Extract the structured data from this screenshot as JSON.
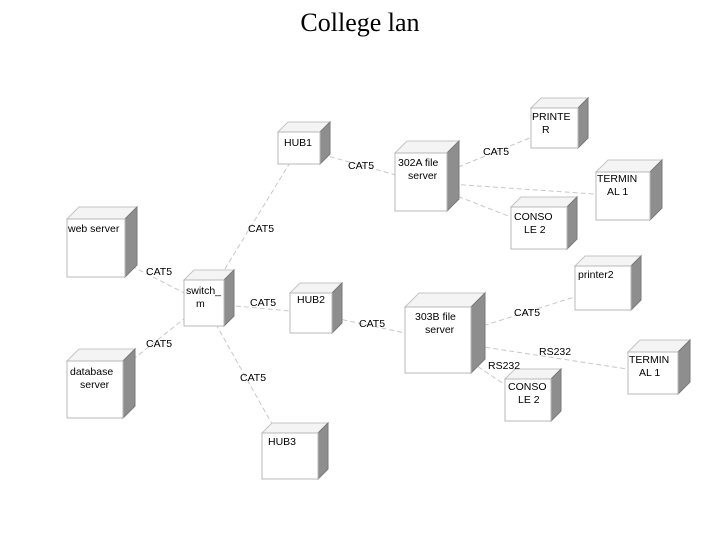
{
  "title": "College lan",
  "nodes": [
    {
      "id": "web-server",
      "label": [
        "web server"
      ]
    },
    {
      "id": "database-server",
      "label": [
        "database",
        "server"
      ]
    },
    {
      "id": "switch",
      "label": [
        "switch_",
        "m"
      ]
    },
    {
      "id": "hub1",
      "label": [
        "HUB1"
      ]
    },
    {
      "id": "hub2",
      "label": [
        "HUB2"
      ]
    },
    {
      "id": "hub3",
      "label": [
        "HUB3"
      ]
    },
    {
      "id": "302a-file-server",
      "label": [
        "302A file",
        "server"
      ]
    },
    {
      "id": "303b-file-server",
      "label": [
        "303B file",
        "server"
      ]
    },
    {
      "id": "printer-top",
      "label": [
        "PRINTE",
        "R"
      ]
    },
    {
      "id": "terminal-1-top",
      "label": [
        "TERMIN",
        "AL 1"
      ]
    },
    {
      "id": "console-2-top",
      "label": [
        "CONSO",
        "LE 2"
      ]
    },
    {
      "id": "printer2",
      "label": [
        "printer2"
      ]
    },
    {
      "id": "terminal-1-bottom",
      "label": [
        "TERMIN",
        "AL 1"
      ]
    },
    {
      "id": "console-2-bottom",
      "label": [
        "CONSO",
        "LE 2"
      ]
    }
  ],
  "links": [
    {
      "from": "web-server",
      "to": "switch",
      "label": "CAT5"
    },
    {
      "from": "database-server",
      "to": "switch",
      "label": "CAT5"
    },
    {
      "from": "switch",
      "to": "hub1",
      "label": "CAT5"
    },
    {
      "from": "switch",
      "to": "hub2",
      "label": "CAT5"
    },
    {
      "from": "switch",
      "to": "hub3",
      "label": "CAT5"
    },
    {
      "from": "hub1",
      "to": "302a-file-server",
      "label": "CAT5"
    },
    {
      "from": "302a-file-server",
      "to": "printer-top",
      "label": "CAT5"
    },
    {
      "from": "302a-file-server",
      "to": "terminal-1-top",
      "label": ""
    },
    {
      "from": "302a-file-server",
      "to": "console-2-top",
      "label": ""
    },
    {
      "from": "hub2",
      "to": "303b-file-server",
      "label": "CAT5"
    },
    {
      "from": "303b-file-server",
      "to": "printer2",
      "label": "CAT5"
    },
    {
      "from": "303b-file-server",
      "to": "terminal-1-bottom",
      "label": "RS232"
    },
    {
      "from": "303b-file-server",
      "to": "console-2-bottom",
      "label": "RS232"
    }
  ]
}
